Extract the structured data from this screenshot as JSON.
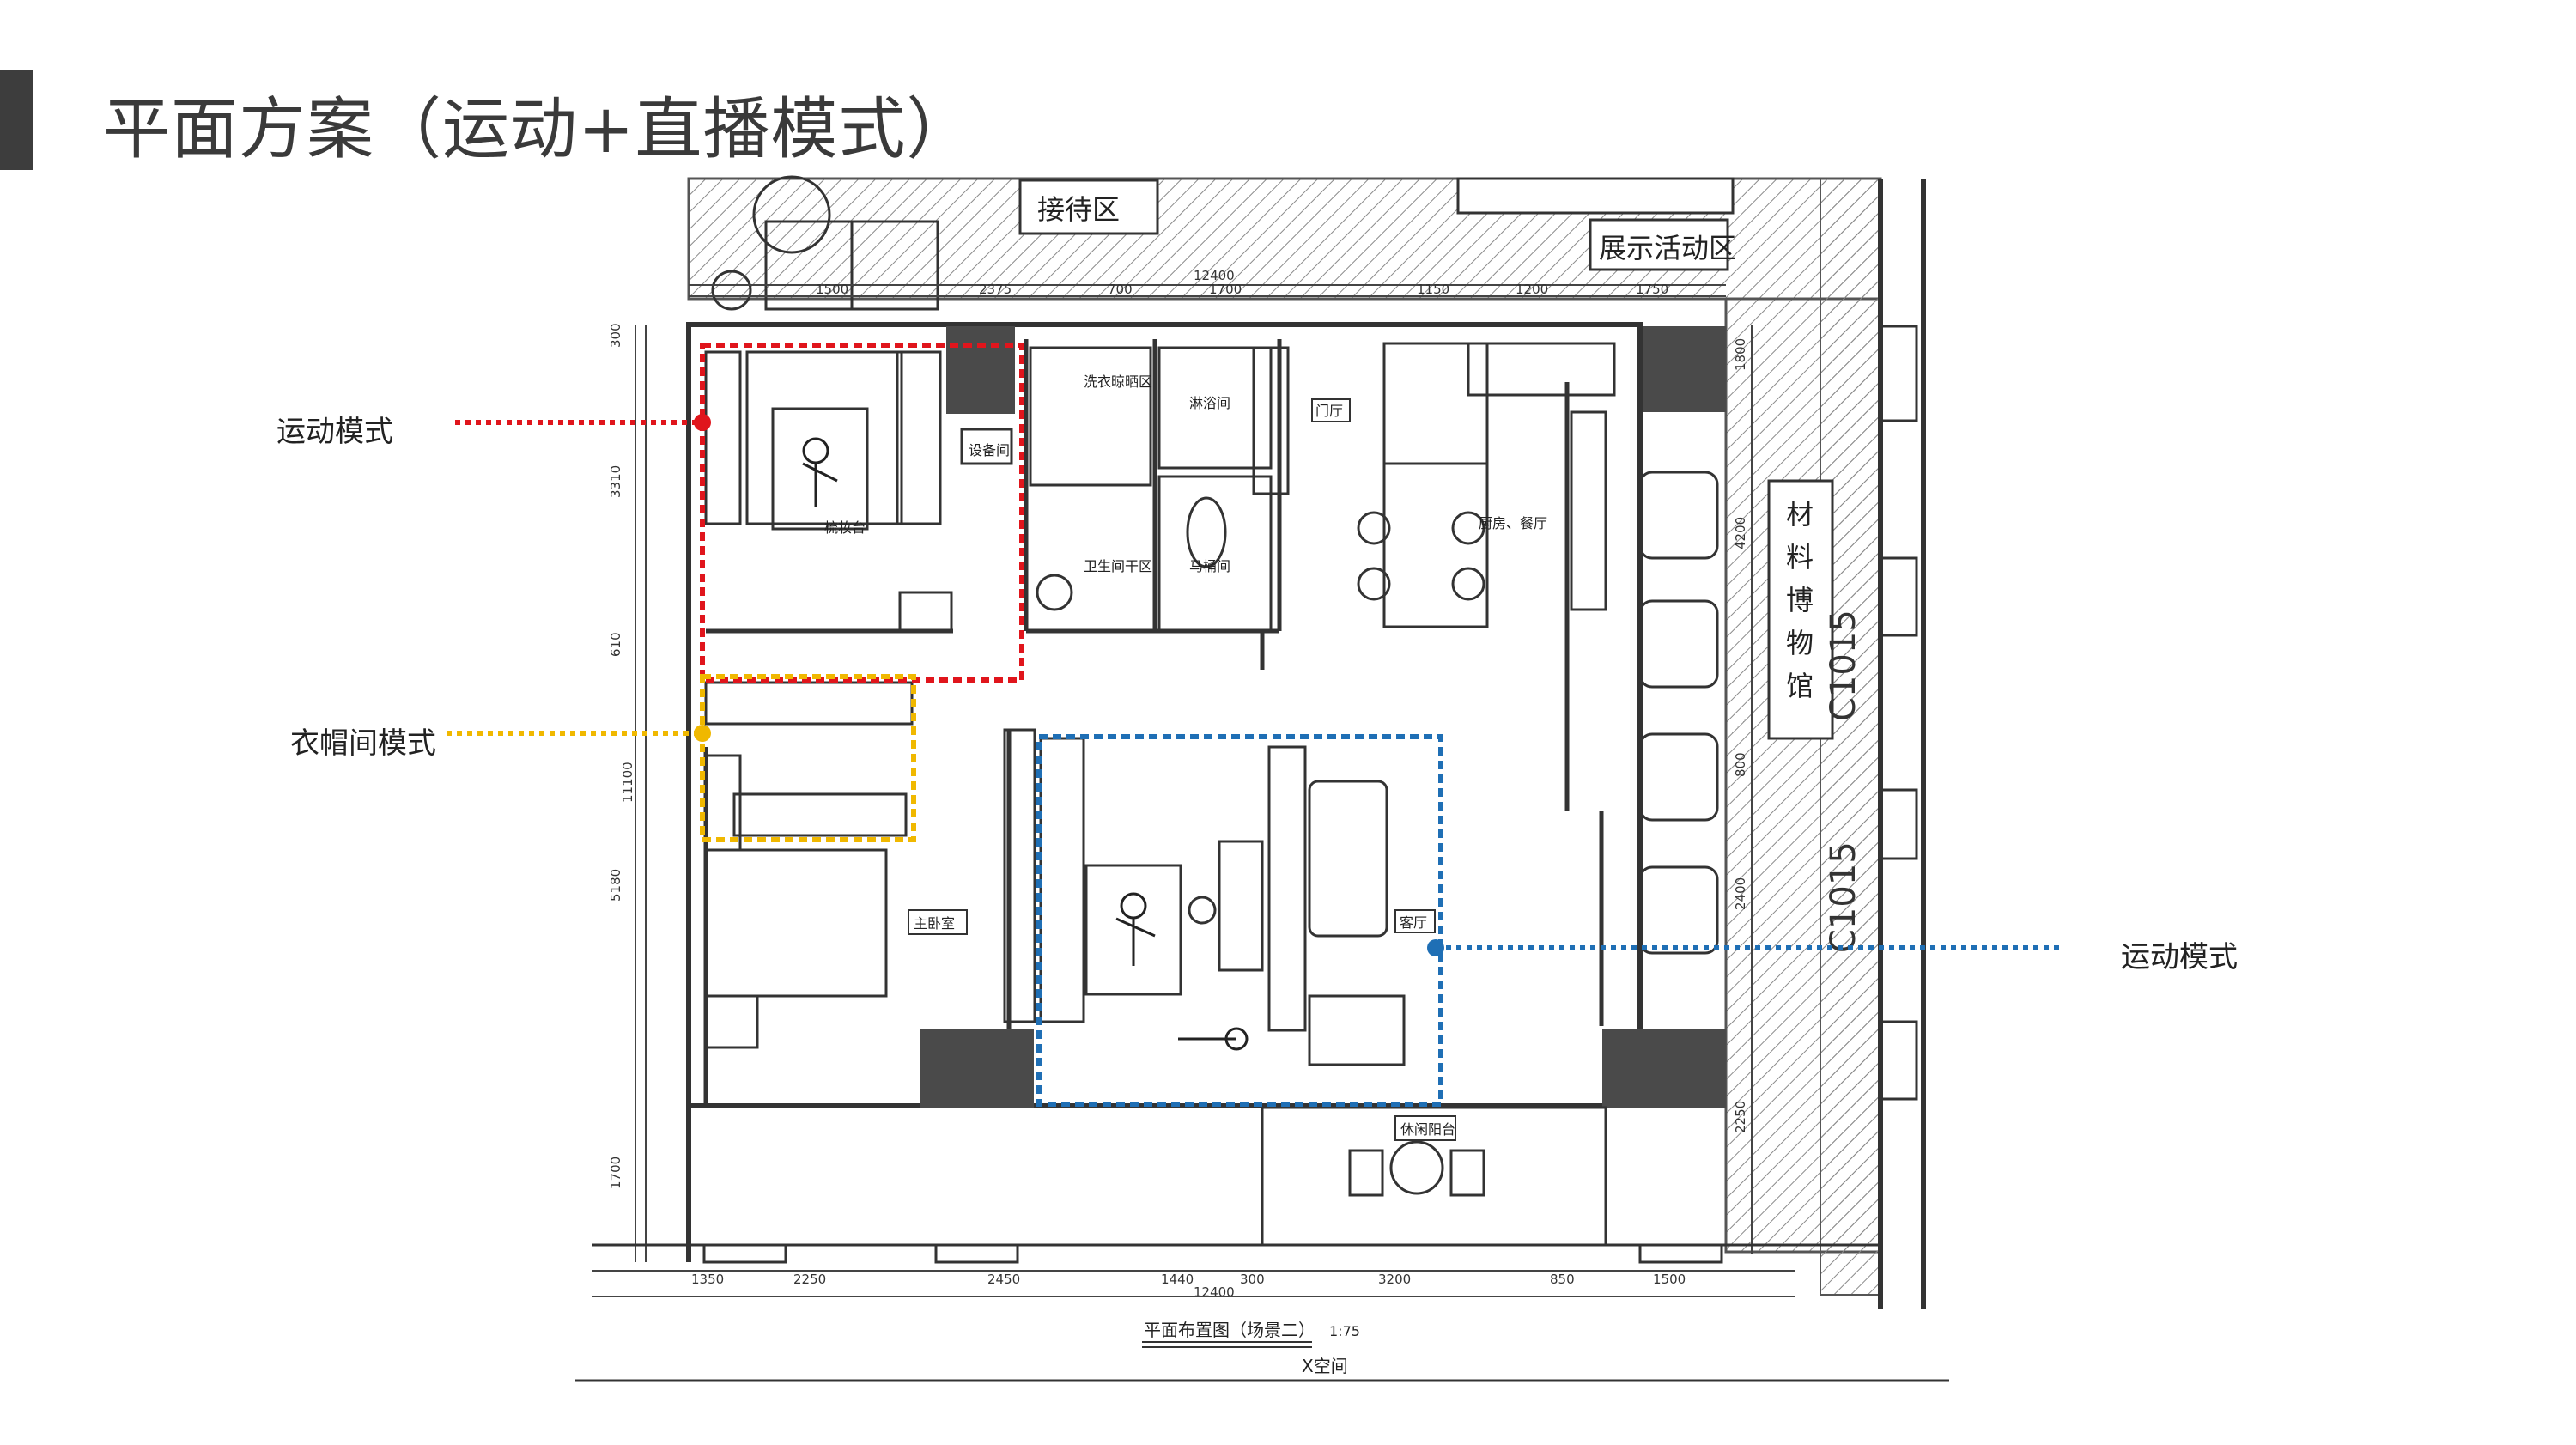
{
  "page": {
    "title": "平面方案（运动+直播模式）"
  },
  "callouts": {
    "left_top": "运动模式",
    "left_mid": "衣帽间模式",
    "right": "运动模式"
  },
  "colors": {
    "red": "#e0151c",
    "yellow": "#f0b800",
    "blue": "#1f6fb5",
    "wall": "#555555",
    "dark_block": "#4a4a4a"
  },
  "plan": {
    "areas": {
      "reception": "接待区",
      "exhibition": "展示活动区",
      "laundry": "洗衣晾晒区",
      "shower": "淋浴间",
      "entry": "门厅",
      "equipment": "设备间",
      "makeup": "梳妆台",
      "wc_dry": "卫生间干区",
      "toilet": "马桶间",
      "kitchen": "厨房、餐厅",
      "master_bedroom": "主卧室",
      "living": "客厅",
      "balcony": "休闲阳台",
      "museum": "材料博物馆",
      "code": "C1015"
    },
    "dims_top": [
      "12400",
      "1500",
      "2375",
      "700",
      "1700",
      "1150",
      "1200",
      "1750"
    ],
    "dims_left": [
      "300",
      "3310",
      "610",
      "11100",
      "5180",
      "1700"
    ],
    "dims_right": [
      "1800",
      "4200",
      "800",
      "2400",
      "2250"
    ],
    "dims_bottom": [
      "1350",
      "2250",
      "2450",
      "1440",
      "300",
      "12400",
      "3200",
      "850",
      "1500"
    ],
    "drawing_title": "平面布置图（场景二）",
    "scale": "1:75",
    "space_name": "X空间"
  }
}
